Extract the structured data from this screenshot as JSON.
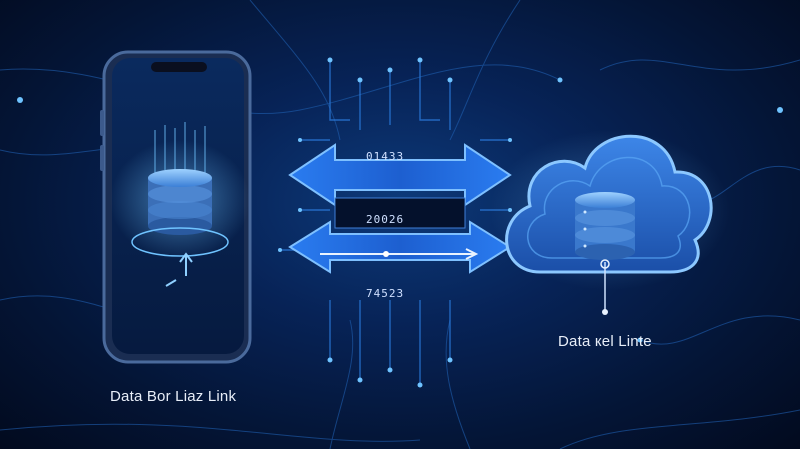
{
  "phone": {
    "caption": "Data Bor Liaz Link"
  },
  "cloud": {
    "caption": "Data кеl Linte"
  },
  "link": {
    "codes": [
      "01433",
      "20026",
      "74523"
    ]
  },
  "colors": {
    "background": "#04102a",
    "accent": "#2f8dff",
    "glow": "#6fc3ff"
  }
}
